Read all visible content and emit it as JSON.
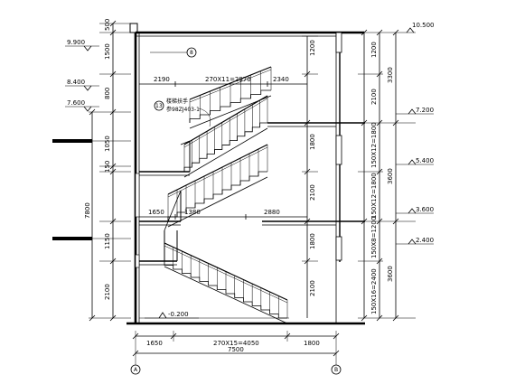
{
  "left_elevations": [
    "9.900",
    "8.400",
    "7.600"
  ],
  "left_dims": [
    "500",
    "1500",
    "800",
    "1050",
    "150",
    "7800",
    "1150",
    "2100"
  ],
  "section_marker": {
    "number": "8"
  },
  "stair_note": {
    "number": "13",
    "lines": [
      "楼梯扶手",
      "参98ZJ403-1"
    ]
  },
  "top_dims": {
    "left": "2190",
    "mid": "270X11=2970",
    "right": "2340"
  },
  "mid_dims": {
    "left": "1650",
    "mid": "1380",
    "right": "2880"
  },
  "inner_dims": [
    "1200",
    "1800",
    "2100",
    "1800",
    "2100"
  ],
  "bottom_elevation": "-0.200",
  "bottom_dims": {
    "left": "1650",
    "mid": "270X15=4050",
    "right": "1800",
    "total": "7500"
  },
  "right_elevations": [
    "10.500",
    "7.200",
    "5.400",
    "3.600",
    "2.400"
  ],
  "right_dims": [
    "1200",
    "2100",
    "3300",
    "150X12=1800",
    "150X12=1800",
    "150X8=1200",
    "150X16=2400",
    "3600",
    "3600"
  ],
  "axis_labels": [
    "A",
    "B"
  ]
}
